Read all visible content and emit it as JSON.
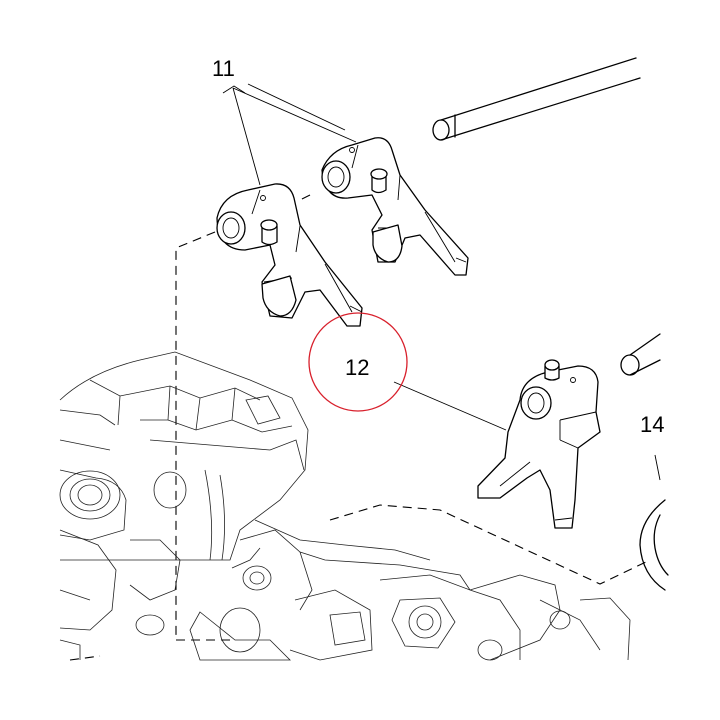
{
  "callouts": [
    {
      "id": "11",
      "text": "11"
    },
    {
      "id": "12",
      "text": "12"
    },
    {
      "id": "14",
      "text": "14"
    }
  ],
  "colors": {
    "ink": "#000000",
    "background": "#ffffff",
    "highlight_circle": "#d8202c"
  }
}
